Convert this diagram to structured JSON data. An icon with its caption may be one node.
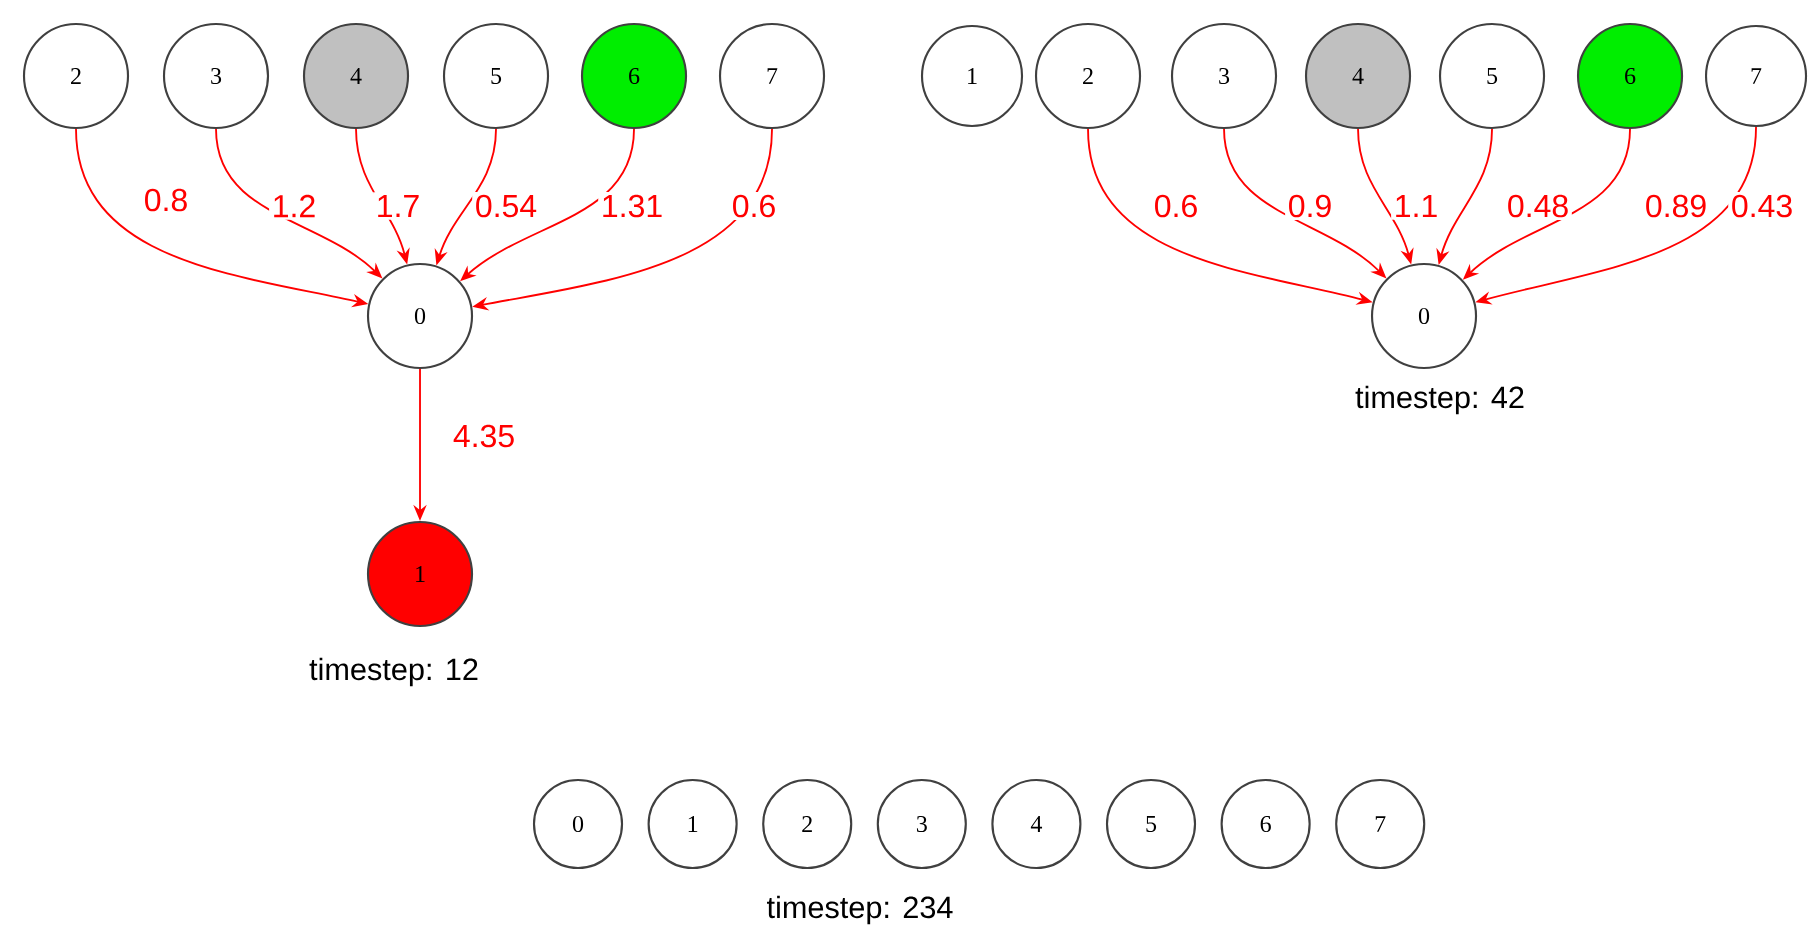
{
  "diagram": {
    "nodes": [
      {
        "text": [
          "2"
        ]
      },
      {
        "text": [
          "3"
        ]
      },
      {
        "text": [
          "4"
        ]
      },
      {
        "text": [
          "5"
        ]
      },
      {
        "text": [
          "6"
        ]
      },
      {
        "text": [
          "7"
        ]
      },
      {
        "text": [
          "0"
        ]
      },
      {
        "text": [
          "1"
        ]
      },
      {
        "text": [
          "1"
        ]
      },
      {
        "text": [
          "2"
        ]
      },
      {
        "text": [
          "3"
        ]
      },
      {
        "text": [
          "4"
        ]
      },
      {
        "text": [
          "5"
        ]
      },
      {
        "text": [
          "6"
        ]
      },
      {
        "text": [
          "7"
        ]
      },
      {
        "text": [
          "0"
        ]
      },
      {
        "text": [
          "0"
        ]
      },
      {
        "text": [
          "1"
        ]
      },
      {
        "text": [
          "2"
        ]
      },
      {
        "text": [
          "3"
        ]
      },
      {
        "text": [
          "4"
        ]
      },
      {
        "text": [
          "5"
        ]
      },
      {
        "text": [
          "6"
        ]
      },
      {
        "text": [
          "7"
        ]
      }
    ],
    "edges": [
      {
        "from": 0,
        "to": 6,
        "arrow": "to",
        "label": "0.8"
      },
      {
        "from": 1,
        "to": 6,
        "arrow": "to",
        "label": "1.2"
      },
      {
        "from": 2,
        "to": 6,
        "arrow": "to",
        "label": "1.7"
      },
      {
        "from": 3,
        "to": 6,
        "arrow": "to",
        "label": "0.54"
      },
      {
        "from": 4,
        "to": 6,
        "arrow": "to",
        "label": "1.31"
      },
      {
        "from": 5,
        "to": 6,
        "arrow": "to",
        "label": "0.6"
      },
      {
        "from": 6,
        "to": 7,
        "arrow": "to",
        "label": "4.35"
      },
      {
        "from": 9,
        "to": 15,
        "arrow": "to",
        "label": "0.6"
      },
      {
        "from": 10,
        "to": 15,
        "arrow": "to",
        "label": "0.9"
      },
      {
        "from": 11,
        "to": 15,
        "arrow": "to",
        "label": "1.1"
      },
      {
        "from": 12,
        "to": 15,
        "arrow": "to",
        "label": "0.48"
      },
      {
        "from": 13,
        "to": 15,
        "arrow": "to",
        "label": "0.89"
      },
      {
        "from": 14,
        "to": 15,
        "arrow": "to",
        "label": "0.43"
      }
    ],
    "labels": [
      "timestep: 12",
      "timestep: 42",
      "timestep: 234"
    ]
  }
}
